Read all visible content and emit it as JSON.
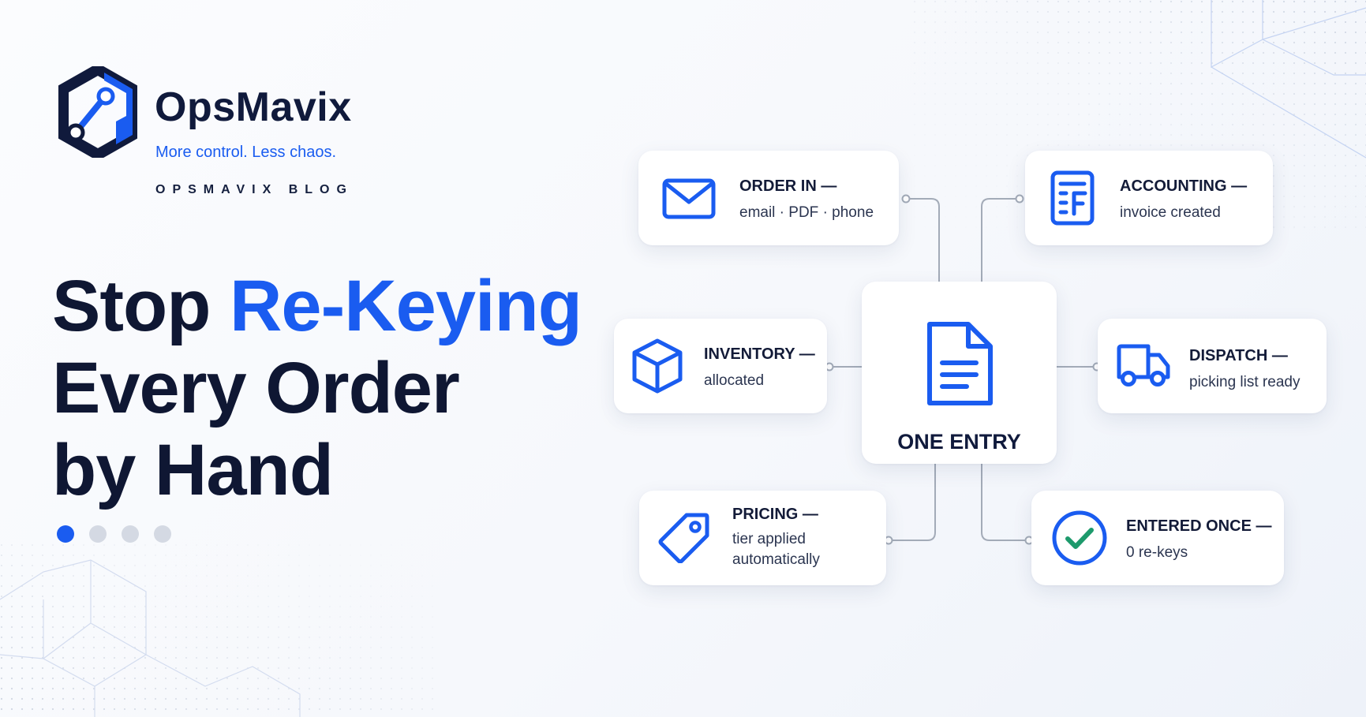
{
  "brand": {
    "name": "OpsMavix",
    "tagline": "More control. Less chaos.",
    "blog_label": "OPSMAVIX BLOG"
  },
  "headline": {
    "line1_plain": "Stop ",
    "line1_accent": "Re-Keying",
    "line2": "Every Order",
    "line3": "by Hand"
  },
  "pager": {
    "total": 4,
    "active": 1
  },
  "diagram": {
    "center": {
      "label": "ONE ENTRY",
      "icon": "document-icon"
    },
    "nodes": [
      {
        "id": "order-in",
        "title": "ORDER IN —",
        "sub": "email · PDF · phone",
        "icon": "mail-icon"
      },
      {
        "id": "accounting",
        "title": "ACCOUNTING —",
        "sub": "invoice created",
        "icon": "invoice-icon"
      },
      {
        "id": "inventory",
        "title": "INVENTORY —",
        "sub": "allocated",
        "icon": "box-icon"
      },
      {
        "id": "dispatch",
        "title": "DISPATCH —",
        "sub": "picking list ready",
        "icon": "truck-icon"
      },
      {
        "id": "pricing",
        "title": "PRICING —",
        "sub": "tier applied\nautomatically",
        "icon": "tag-icon"
      },
      {
        "id": "entered-once",
        "title": "ENTERED ONCE —",
        "sub": "0 re-keys",
        "icon": "check-circle-icon"
      }
    ]
  },
  "colors": {
    "accent": "#1a5cf0",
    "ink": "#101a3c",
    "check": "#1d9a6c",
    "connector": "#a3abb8"
  }
}
